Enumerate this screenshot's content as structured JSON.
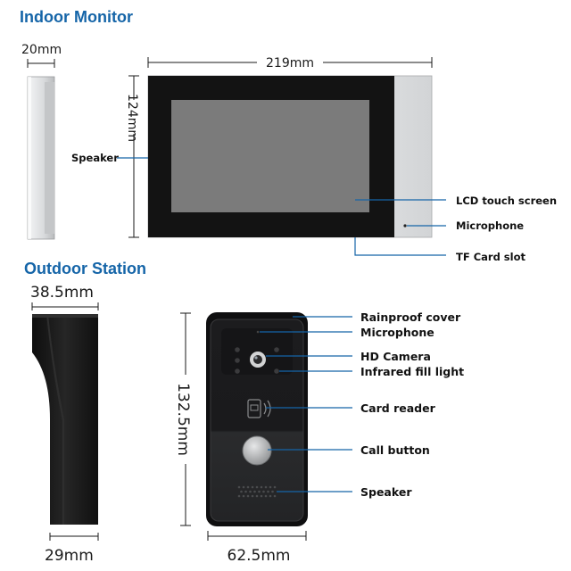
{
  "indoor": {
    "title": "Indoor Monitor",
    "depth": "20mm",
    "width": "219mm",
    "height": "124mm",
    "labels": {
      "speaker": "Speaker",
      "lcd": "LCD touch screen",
      "microphone": "Microphone",
      "tf_card": "TF Card slot"
    }
  },
  "outdoor": {
    "title": "Outdoor Station",
    "depth_top": "38.5mm",
    "depth_bottom": "29mm",
    "height": "132.5mm",
    "width": "62.5mm",
    "labels": {
      "rainproof": "Rainproof cover",
      "microphone": "Microphone",
      "camera": "HD Camera",
      "infrared": "Infrared fill light",
      "card_reader": "Card reader",
      "call_button": "Call button",
      "speaker": "Speaker"
    }
  },
  "colors": {
    "title_blue": "#1565a8",
    "callout_blue": "#1565a8",
    "device_black": "#141414",
    "panel_silver": "#d6d8da",
    "screen_grey": "#7a7a7a"
  }
}
